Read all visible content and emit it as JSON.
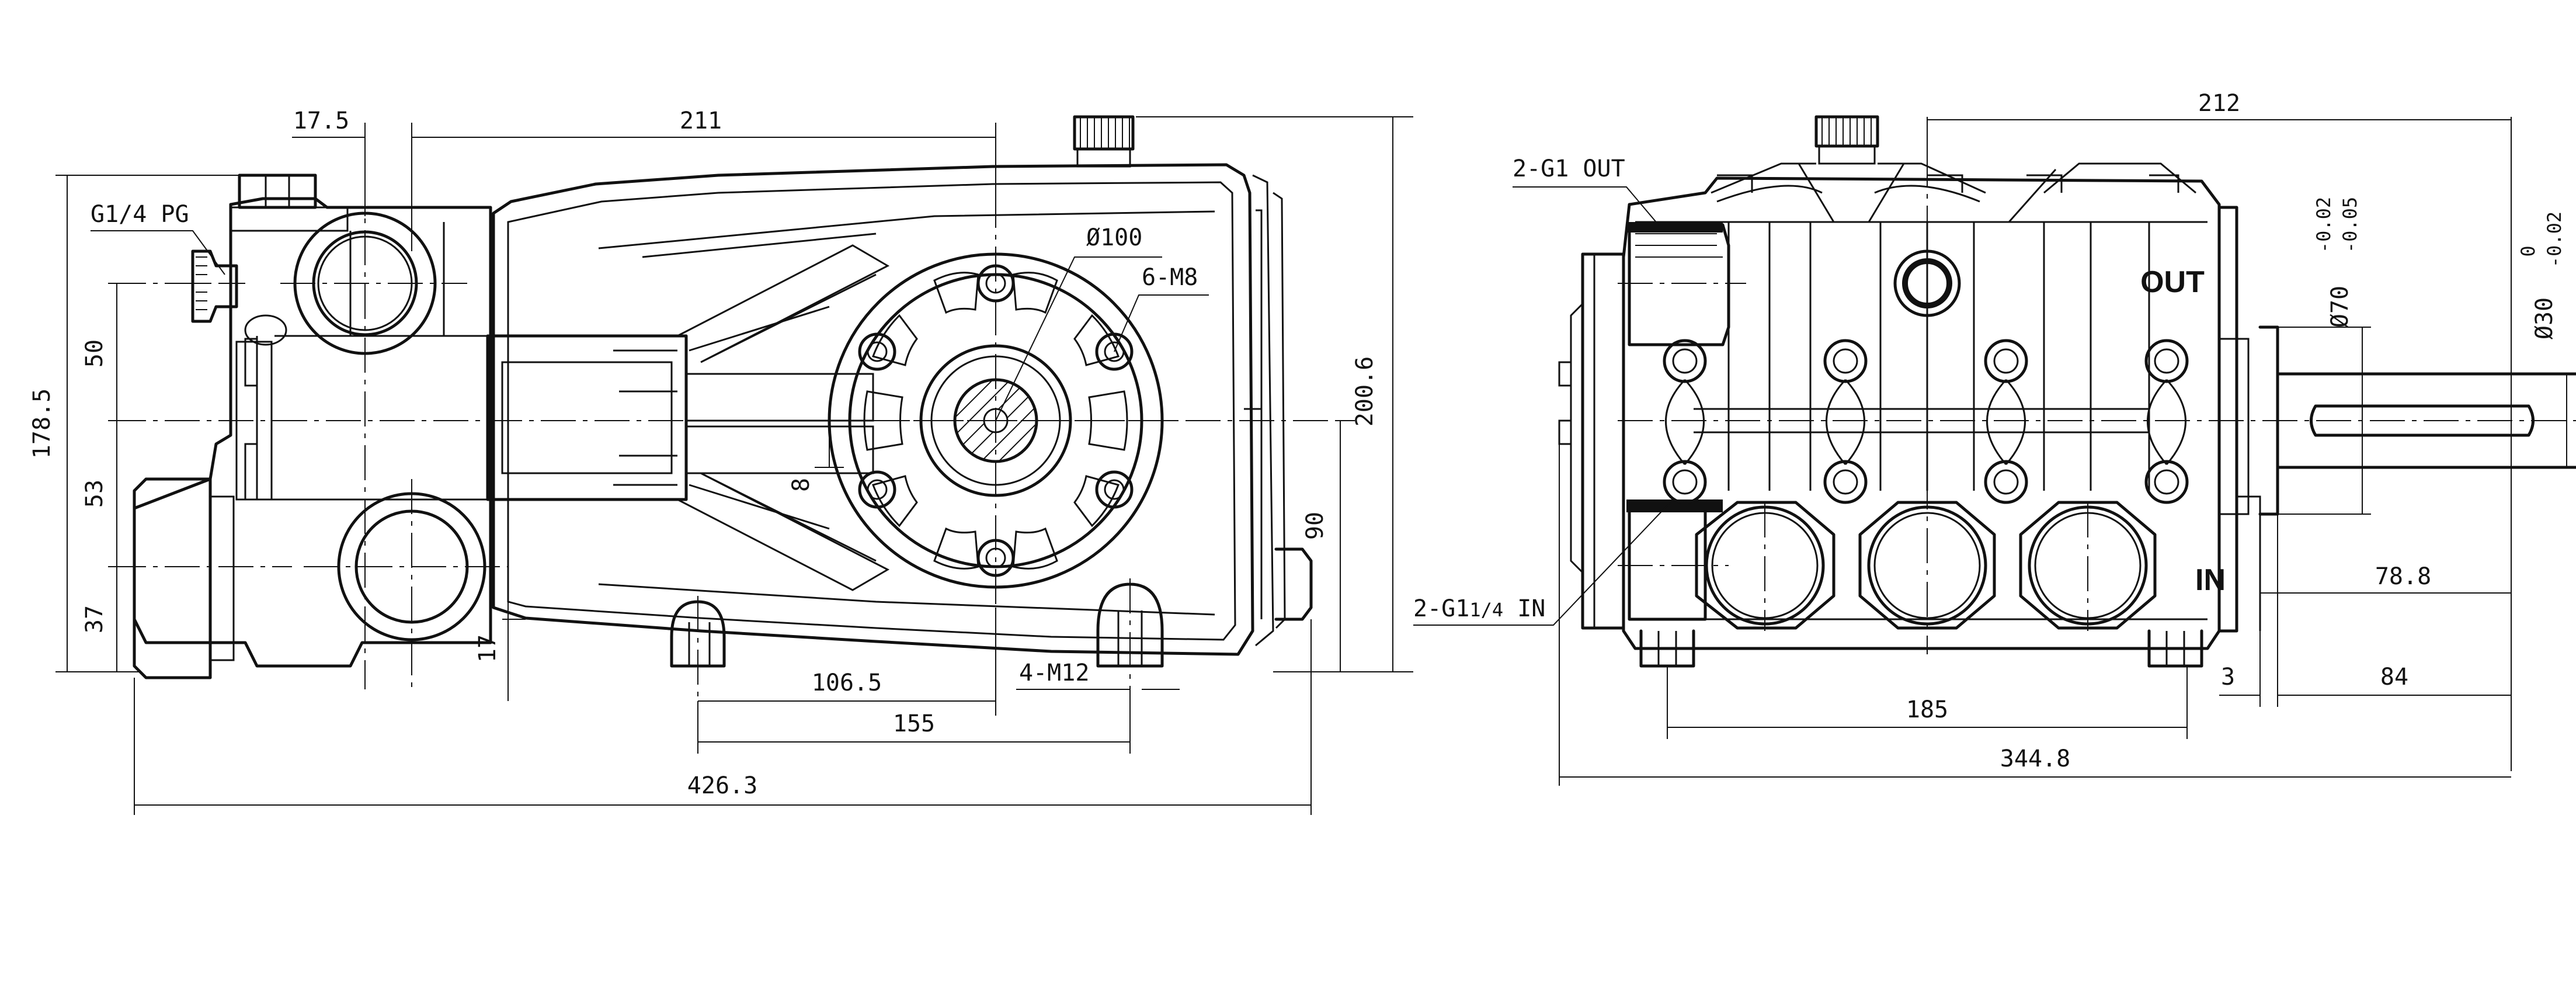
{
  "side_view": {
    "dims": {
      "d17_5": "17.5",
      "d211": "211",
      "dphi100": "Ø100",
      "d6m8": "6-M8",
      "d200_6": "200.6",
      "d178_5": "178.5",
      "d50": "50",
      "d53": "53",
      "d37": "37",
      "d17": "17",
      "d8": "8",
      "d90": "90",
      "d106_5": "106.5",
      "d4m12": "4-M12",
      "d155": "155",
      "d426_3": "426.3"
    },
    "labels": {
      "gauge_port": "G1/4 PG"
    }
  },
  "front_view": {
    "dims": {
      "d212": "212",
      "dphi70": "Ø70",
      "dphi70_tol_upper": "-0.02",
      "dphi70_tol_lower": "-0.05",
      "dphi30": "Ø30",
      "dphi30_tol_upper": "0",
      "dphi30_tol_lower": "-0.02",
      "d78_8": "78.8",
      "d3": "3",
      "d84": "84",
      "d185": "185",
      "d344_8": "344.8"
    },
    "labels": {
      "outlet": "2-G1 OUT",
      "inlet": "2-G1",
      "inlet_sub": "1/4",
      "inlet_suffix": " IN",
      "out_mark": "OUT",
      "in_mark": "IN"
    }
  }
}
